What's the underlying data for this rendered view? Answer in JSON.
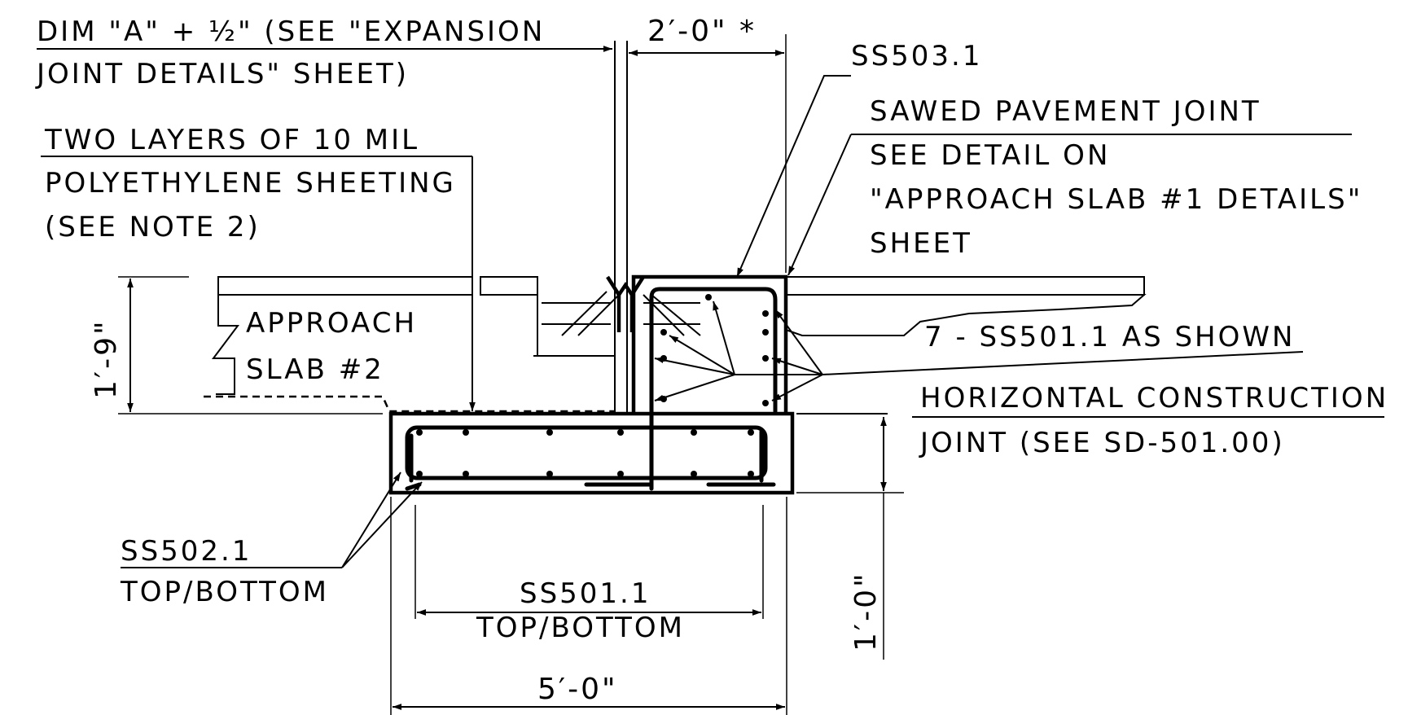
{
  "notes": {
    "dim_a_line1": "DIM \"A\" + ½\" (SEE \"EXPANSION",
    "dim_a_line2": "JOINT DETAILS\" SHEET)",
    "poly_line1": "TWO LAYERS OF 10 MIL",
    "poly_line2": "POLYETHYLENE SHEETING",
    "poly_line3": "(SEE NOTE 2)",
    "approach_line1": "APPROACH",
    "approach_line2": "SLAB #2",
    "ss502_line1": "SS502.1",
    "ss502_line2": "TOP/BOTTOM",
    "ss503": "SS503.1",
    "sawed_line1": "SAWED PAVEMENT JOINT",
    "sawed_line2": "SEE DETAIL ON",
    "sawed_line3": "\"APPROACH SLAB #1 DETAILS\"",
    "sawed_line4": "SHEET",
    "ss501_shown": "7 - SS501.1 AS SHOWN",
    "horiz_line1": "HORIZONTAL CONSTRUCTION",
    "horiz_line2": "JOINT (SEE SD-501.00)",
    "ss501_line1": "SS501.1",
    "ss501_line2": "TOP/BOTTOM"
  },
  "dimensions": {
    "top_width": "2′-0\" *",
    "total_width": "5′-0\"",
    "slab_depth": "1′-9\"",
    "footing_depth": "1′-0\""
  }
}
